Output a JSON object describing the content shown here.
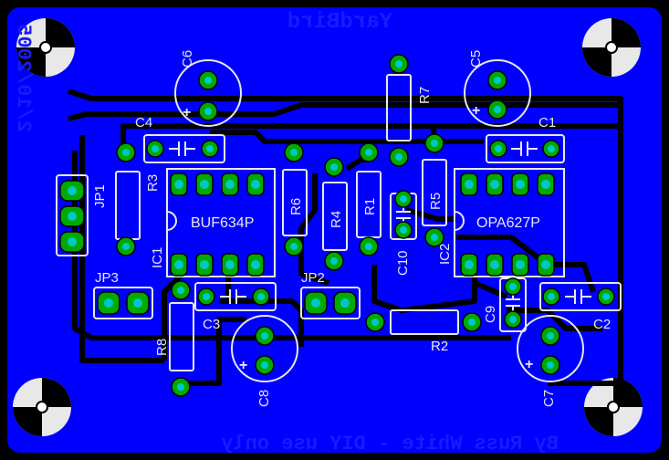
{
  "board": {
    "title_mirrored": "YardBird",
    "credit_mirrored": "By Russ White - DIY use only",
    "date_mirrored": "2/10/2005"
  },
  "components": {
    "C1": "C1",
    "C2": "C2",
    "C3": "C3",
    "C4": "C4",
    "C5": "C5",
    "C6": "C6",
    "C7": "C7",
    "C8": "C8",
    "C9": "C9",
    "C10": "C10",
    "R1": "R1",
    "R2": "R2",
    "R3": "R3",
    "R4": "R4",
    "R5": "R5",
    "R6": "R6",
    "R7": "R7",
    "R8": "R8",
    "IC1": "IC1",
    "IC2": "IC2",
    "BUF634P": "BUF634P",
    "OPA627P": "OPA627P",
    "JP1": "JP1",
    "JP2": "JP2",
    "JP3": "JP3"
  },
  "colors": {
    "background": "#000000",
    "copper": "#0000ff",
    "trace": "#000000",
    "pad": "#00aa00",
    "via": "#00c8c8",
    "silkscreen": "#e8e8e8"
  }
}
